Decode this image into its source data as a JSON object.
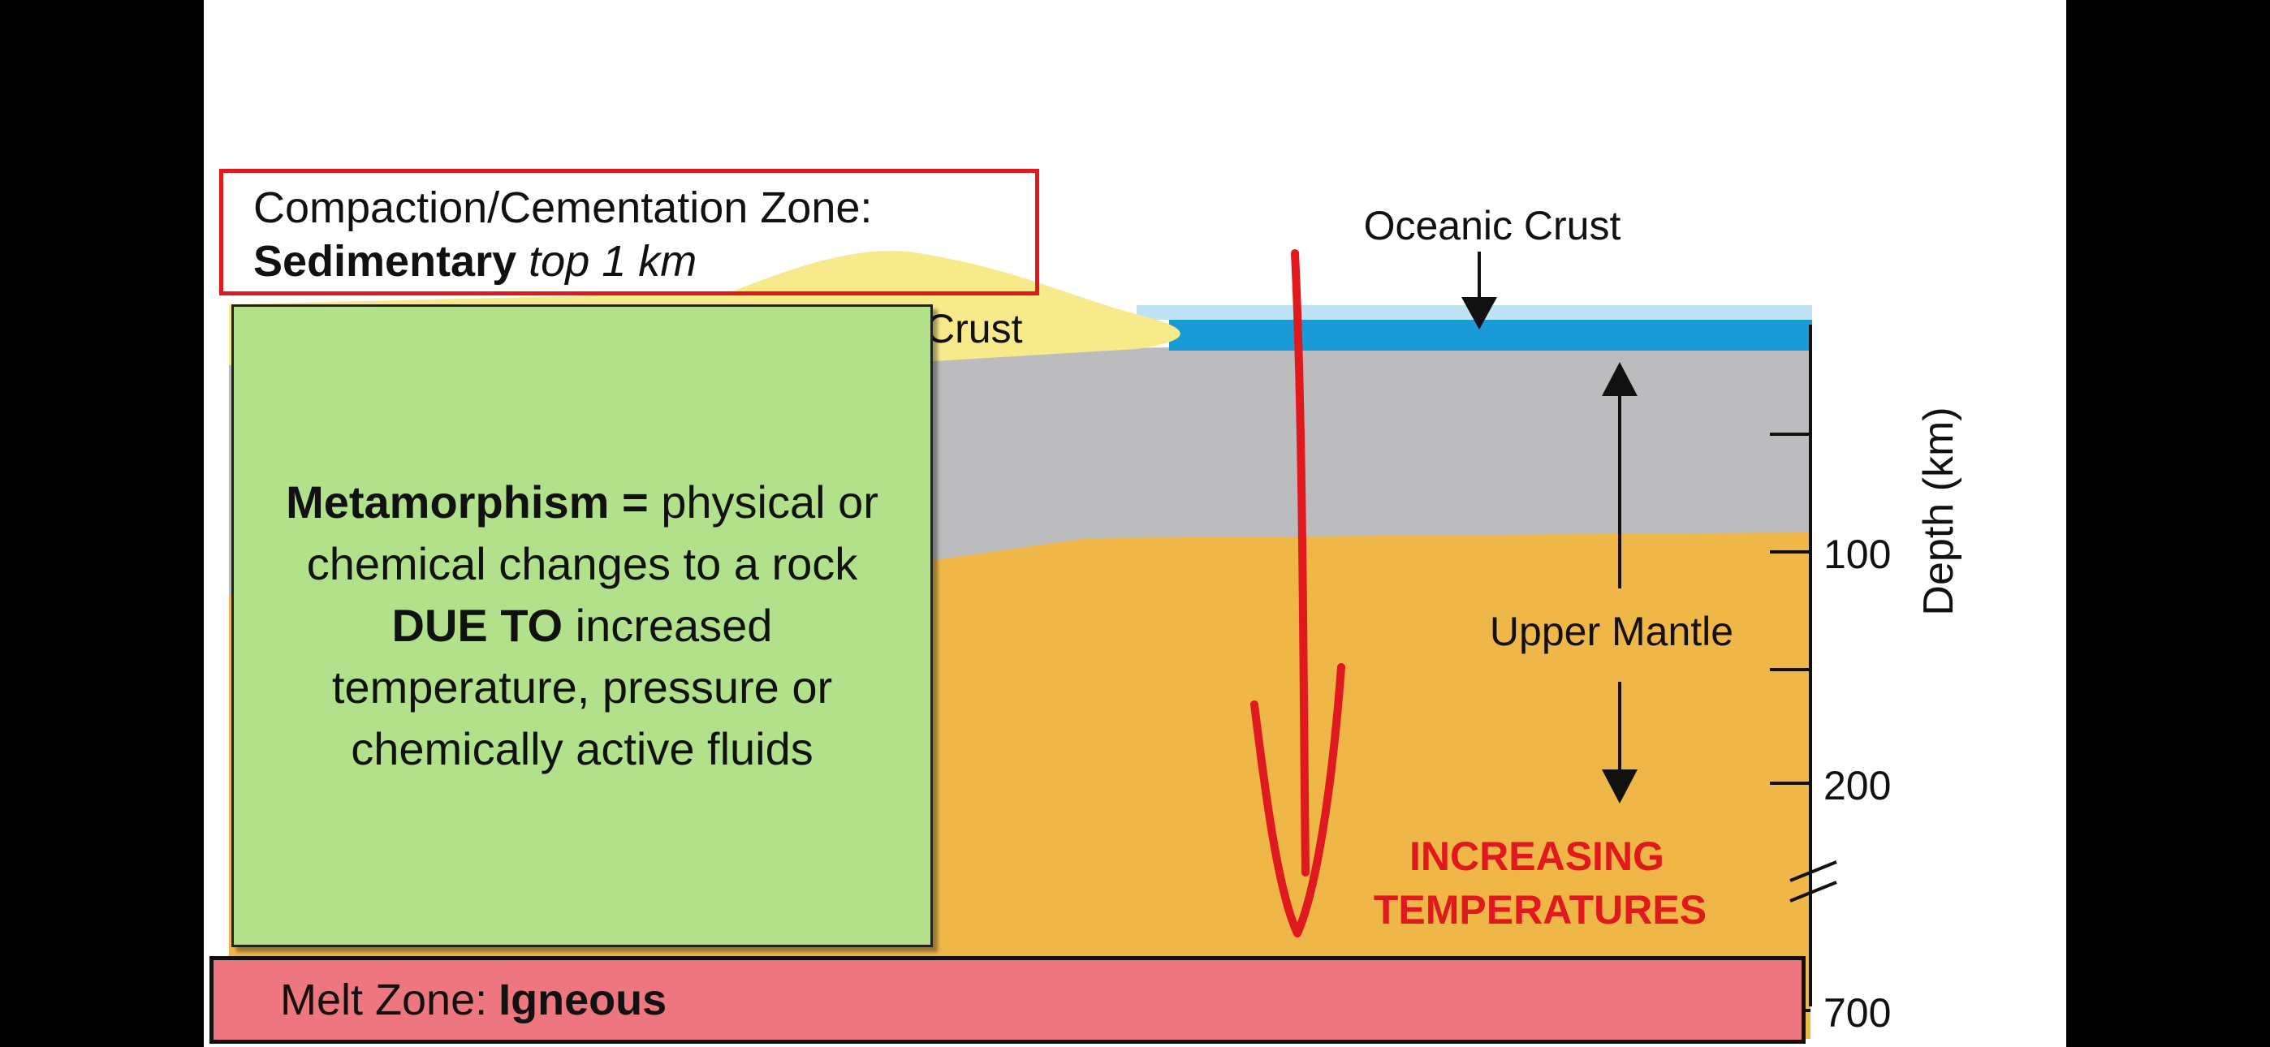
{
  "labels": {
    "oceanic_crust": "Oceanic Crust",
    "crust_partial": "Crust",
    "upper_mantle": "Upper Mantle",
    "depth_axis": "Depth (km)",
    "increasing_line1": "INCREASING",
    "increasing_line2": "TEMPERATURES"
  },
  "depth_ticks": [
    "100",
    "200",
    "700"
  ],
  "compaction_box": {
    "title": "Compaction/Cementation Zone:",
    "rock_type": "Sedimentary",
    "depth_note": "top 1 km"
  },
  "metamorphism_box": {
    "term": "Metamorphism =",
    "definition_1": "physical or chemical changes to a rock",
    "due_to": "DUE TO",
    "definition_2": "increased temperature, pressure or chemically active fluids"
  },
  "melt_zone": {
    "label": "Melt Zone:",
    "rock_type": "Igneous"
  },
  "colors": {
    "mantle": "#efb648",
    "lithosphere": "#bcbcbe",
    "ocean": "#1a9ad6",
    "ocean_surface": "#bfe3f3",
    "continental_crust": "#f7ea8a",
    "metamorphism_box": "#b3e08a",
    "melt_zone": "#ee7680",
    "highlight_red": "#e0191e"
  }
}
